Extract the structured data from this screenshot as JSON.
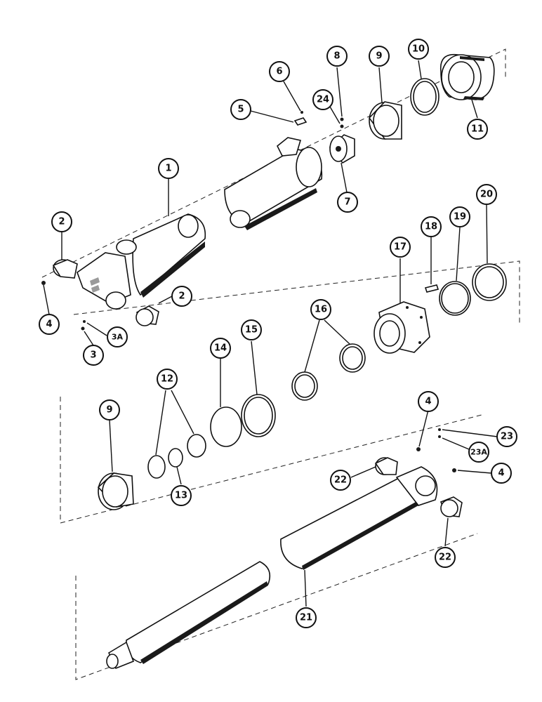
{
  "diagram": {
    "colors": {
      "ink": "#111111",
      "paper": "#ffffff"
    },
    "callouts": [
      {
        "id": "c1",
        "label": "1"
      },
      {
        "id": "c2a",
        "label": "2"
      },
      {
        "id": "c2b",
        "label": "2"
      },
      {
        "id": "c3",
        "label": "3"
      },
      {
        "id": "c3A",
        "label": "3A"
      },
      {
        "id": "c4a",
        "label": "4"
      },
      {
        "id": "c4b",
        "label": "4"
      },
      {
        "id": "c4c",
        "label": "4"
      },
      {
        "id": "c5",
        "label": "5"
      },
      {
        "id": "c6",
        "label": "6"
      },
      {
        "id": "c7",
        "label": "7"
      },
      {
        "id": "c8",
        "label": "8"
      },
      {
        "id": "c9a",
        "label": "9"
      },
      {
        "id": "c9b",
        "label": "9"
      },
      {
        "id": "c10",
        "label": "10"
      },
      {
        "id": "c11",
        "label": "11"
      },
      {
        "id": "c12",
        "label": "12"
      },
      {
        "id": "c13",
        "label": "13"
      },
      {
        "id": "c14",
        "label": "14"
      },
      {
        "id": "c15",
        "label": "15"
      },
      {
        "id": "c16",
        "label": "16"
      },
      {
        "id": "c17",
        "label": "17"
      },
      {
        "id": "c18",
        "label": "18"
      },
      {
        "id": "c19",
        "label": "19"
      },
      {
        "id": "c20",
        "label": "20"
      },
      {
        "id": "c21",
        "label": "21"
      },
      {
        "id": "c22a",
        "label": "22"
      },
      {
        "id": "c22b",
        "label": "22"
      },
      {
        "id": "c23",
        "label": "23"
      },
      {
        "id": "c23A",
        "label": "23A"
      },
      {
        "id": "c24",
        "label": "24"
      }
    ]
  }
}
